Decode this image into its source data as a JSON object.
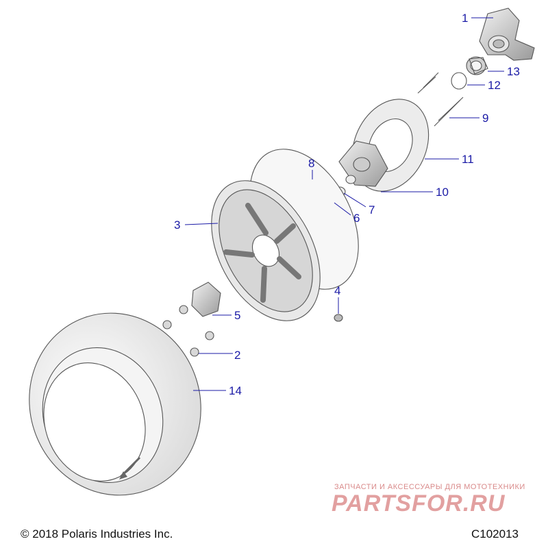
{
  "callouts": [
    {
      "id": "1",
      "label": "1"
    },
    {
      "id": "2",
      "label": "2"
    },
    {
      "id": "3",
      "label": "3"
    },
    {
      "id": "4",
      "label": "4"
    },
    {
      "id": "5",
      "label": "5"
    },
    {
      "id": "6",
      "label": "6"
    },
    {
      "id": "7",
      "label": "7"
    },
    {
      "id": "8",
      "label": "8"
    },
    {
      "id": "9",
      "label": "9"
    },
    {
      "id": "10",
      "label": "10"
    },
    {
      "id": "11",
      "label": "11"
    },
    {
      "id": "12",
      "label": "12"
    },
    {
      "id": "13",
      "label": "13"
    },
    {
      "id": "14",
      "label": "14"
    }
  ],
  "footer": {
    "copyright": "© 2018 Polaris Industries Inc.",
    "diagram_code": "C102013"
  },
  "watermark": {
    "tagline": "ЗАПЧАСТИ И АКСЕССУАРЫ ДЛЯ МОТОТЕХНИКИ",
    "logo": "PARTSFOR.RU"
  },
  "colors": {
    "callout": "#1a1aa6",
    "part_stroke": "#555555",
    "watermark": "#e2a0a0"
  }
}
